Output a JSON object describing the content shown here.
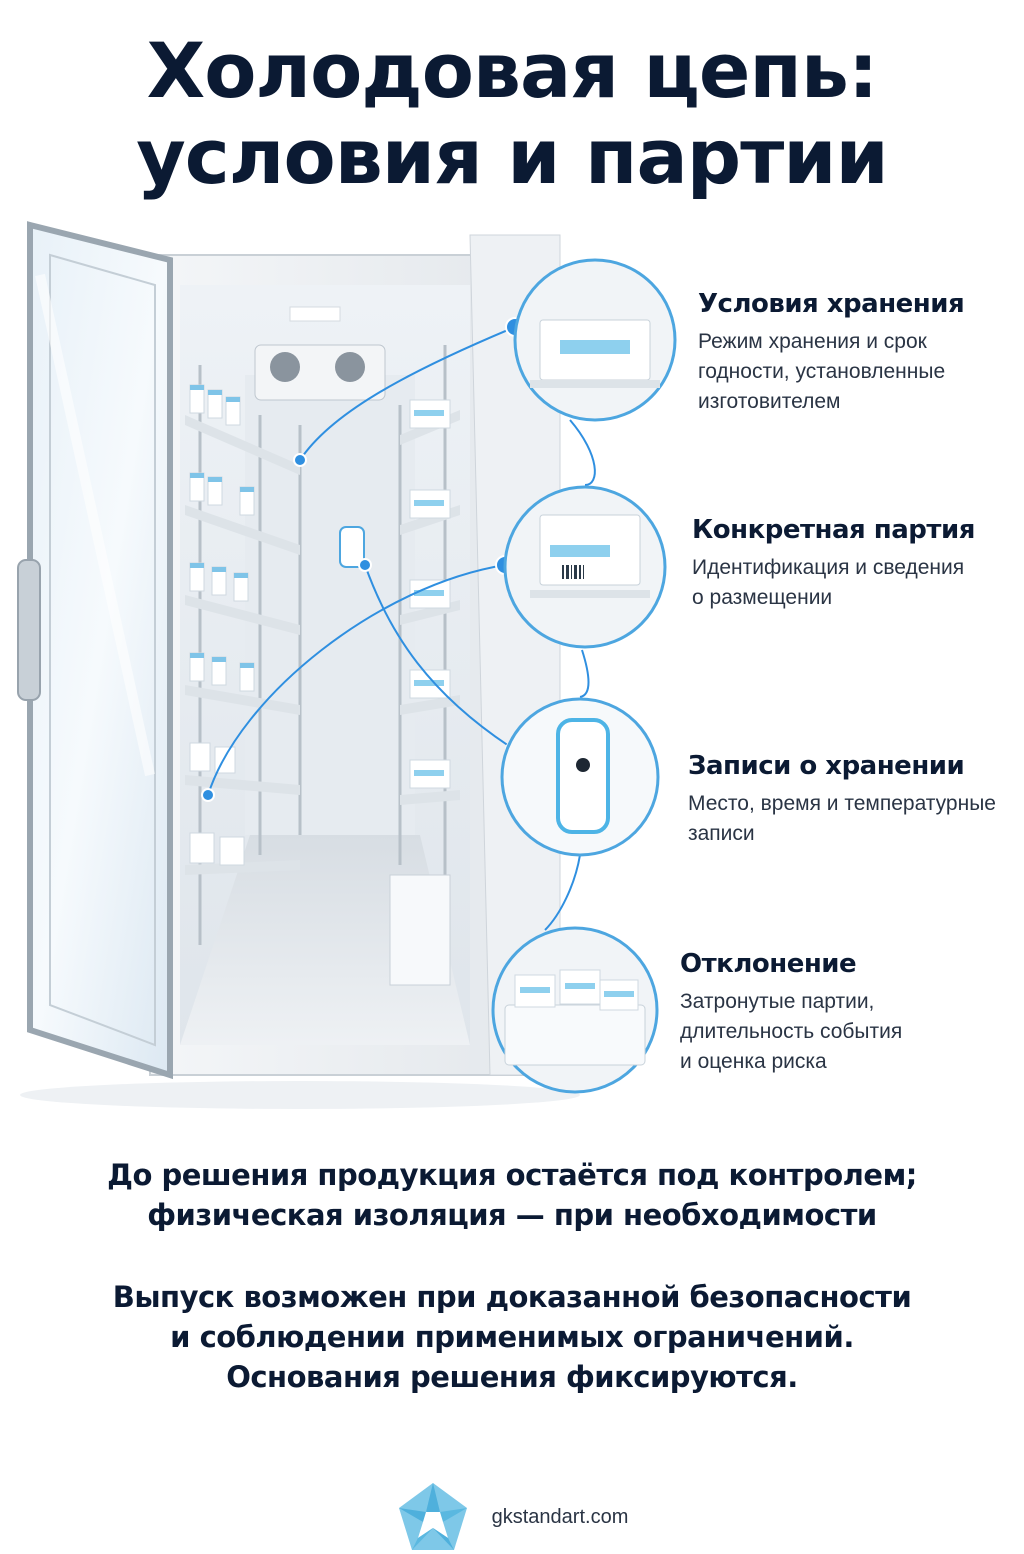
{
  "title": {
    "line1": "Холодовая цепь:",
    "line2": "условия и партии"
  },
  "callouts": [
    {
      "icon": "product-box-icon",
      "title": "Условия хранения",
      "lines": [
        "Режим хранения и срок",
        "годности, установленные",
        "изготовителем"
      ]
    },
    {
      "icon": "barcode-box-icon",
      "title": "Конкретная партия",
      "lines": [
        "Идентификация и сведения",
        "о размещении"
      ]
    },
    {
      "icon": "temperature-sensor-icon",
      "title": "Записи о хранении",
      "lines": [
        "Место, время и температурные",
        "записи"
      ]
    },
    {
      "icon": "boxes-in-bin-icon",
      "title": "Отклонение",
      "lines": [
        "Затронутые партии,",
        "длительность события",
        "и оценка риска"
      ]
    }
  ],
  "statement1": {
    "line1": "До решения продукция остаётся под контролем;",
    "line2": "физическая изоляция — при необходимости"
  },
  "statement2": {
    "line1": "Выпуск возможен при доказанной безопасности",
    "line2": "и соблюдении применимых ограничений.",
    "line3": "Основания решения фиксируются."
  },
  "footer": {
    "logo": "pentagon-star-logo",
    "url": "gkstandart.com"
  },
  "colors": {
    "accent": "#2f8fe0",
    "title": "#0b1a33",
    "label_blue": "#8ed0ee"
  }
}
